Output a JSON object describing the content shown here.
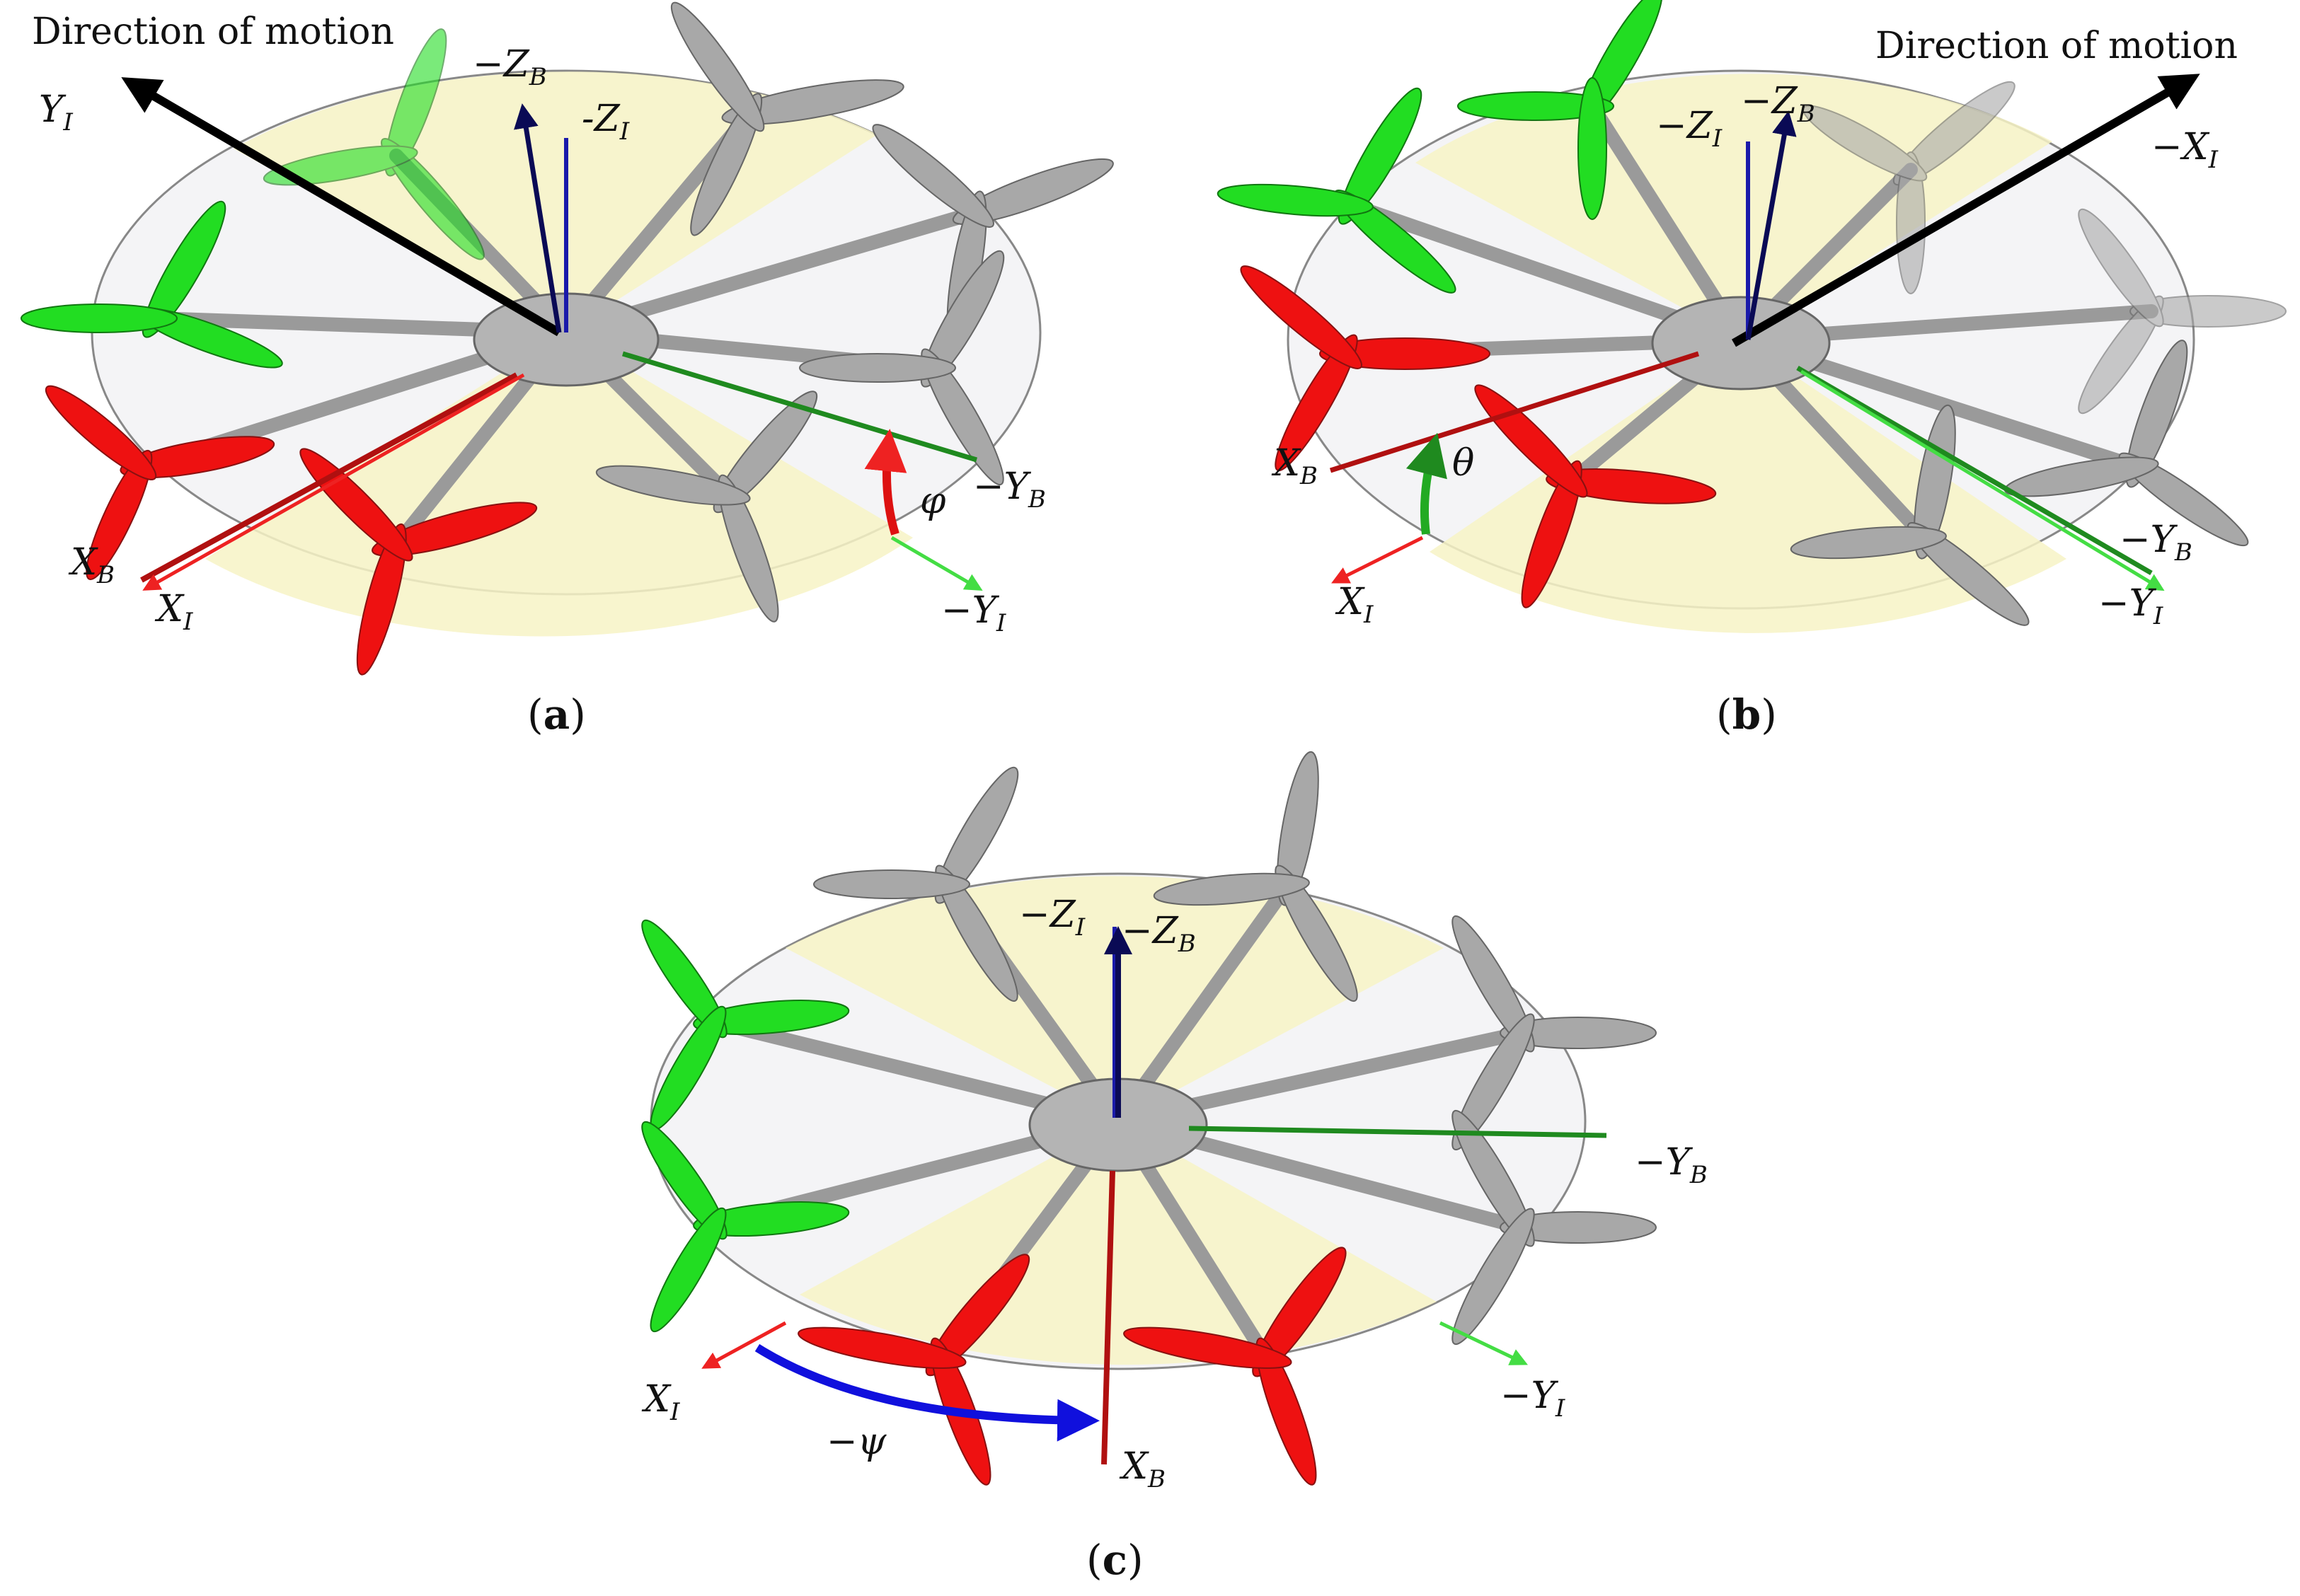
{
  "panels": [
    {
      "id": "a",
      "caption_letter": "a",
      "direction_label": "Direction of motion",
      "labels": {
        "yi": "Y",
        "yi_sub": "I",
        "mzb": "−Z",
        "mzb_sub": "B",
        "mzi": "-Z",
        "mzi_sub": "I",
        "xb": "X",
        "xb_sub": "B",
        "xi": "X",
        "xi_sub": "I",
        "myb": "−Y",
        "myb_sub": "B",
        "myi": "−Y",
        "myi_sub": "I",
        "angle": "φ"
      }
    },
    {
      "id": "b",
      "caption_letter": "b",
      "direction_label": "Direction of motion",
      "labels": {
        "mzi": "−Z",
        "mzi_sub": "I",
        "mzb": "−Z",
        "mzb_sub": "B",
        "mxi": "−X",
        "mxi_sub": "I",
        "xb": "X",
        "xb_sub": "B",
        "xi": "X",
        "xi_sub": "I",
        "myb": "−Y",
        "myb_sub": "B",
        "myi": "−Y",
        "myi_sub": "I",
        "angle": "θ"
      }
    },
    {
      "id": "c",
      "caption_letter": "c",
      "labels": {
        "mzi": "−Z",
        "mzi_sub": "I",
        "mzb": "−Z",
        "mzb_sub": "B",
        "myb": "−Y",
        "myb_sub": "B",
        "xi": "X",
        "xi_sub": "I",
        "myi": "−Y",
        "myi_sub": "I",
        "xb": "X",
        "xb_sub": "B",
        "angle": "−ψ"
      }
    }
  ],
  "colors": {
    "disk_fill": "#f4f4f6",
    "disk_sector": "#f7f3c6",
    "arm": "#9a9a9a",
    "grey_prop": "#a8a8a8",
    "green_prop": "#22dd22",
    "red_prop": "#ee1111",
    "inertial_x": "#ee2222",
    "body_x": "#b01010",
    "inertial_y": "#44dd44",
    "body_y": "#1f8a1f",
    "z_axis": "#0a0a55",
    "motion_arrow": "#000000",
    "psi_arc": "#1010dd"
  },
  "icons": [
    "rotor-icon",
    "arrow-icon"
  ]
}
